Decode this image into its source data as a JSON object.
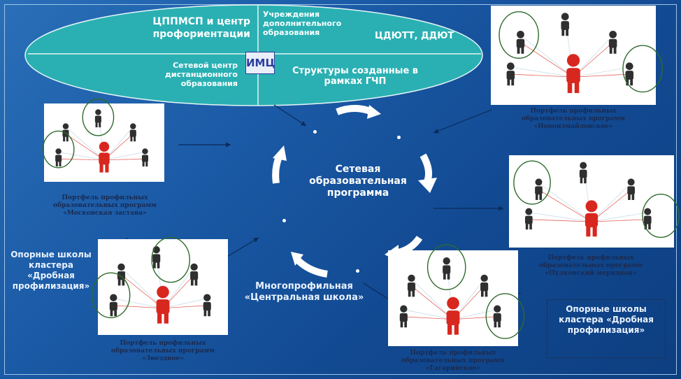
{
  "ellipse": {
    "top_left": "ЦППМСП и центр профориентации",
    "top_right": "Учреждения дополнительного образования",
    "top_right_name": "ЦДЮТТ, ДДЮТ",
    "bottom_left": "Сетевой центр дистанционного образования",
    "bottom_right": "Структуры созданные в рамках ГЧП",
    "logo_text": "ИМЦ"
  },
  "center": {
    "title": "Сетевая образовательная программа"
  },
  "central_school": "Многопрофильная «Центральная школа»",
  "left_support": "Опорные школы кластера «Дробная профилизация»",
  "right_support": "Опорные школы кластера «Дробная профилизация»",
  "cards": [
    {
      "id": "moskovskaya",
      "caption": "Портфель профильных образовательных программ «Московская застава»"
    },
    {
      "id": "novoizmaylovskoe",
      "caption": "Портфель профильных образовательных программ «Новоизмайловское»"
    },
    {
      "id": "pulkovskiy",
      "caption": "Портфель профильных образовательных программ «Пулковский меридиан»"
    },
    {
      "id": "zvezdnoe",
      "caption": "Портфель профильных образовательных программ «Звездное»"
    },
    {
      "id": "gagarinskoe",
      "caption": "Портфель профильных образовательных программ «Гагаринское»"
    }
  ],
  "colors": {
    "background": "#1b5aa6",
    "ellipse_fill": "#2ab0b3",
    "figure_red": "#d8271f",
    "figure_dark": "#2f2f2f",
    "circle_green": "#2f6b2c"
  }
}
